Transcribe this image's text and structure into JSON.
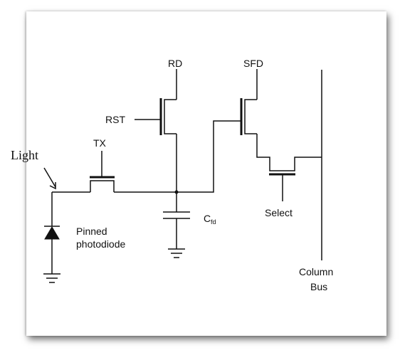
{
  "labels": {
    "light": "Light",
    "tx": "TX",
    "rd": "RD",
    "rst": "RST",
    "sfd": "SFD",
    "cap_main": "C",
    "cap_sub": "fd",
    "select": "Select",
    "photodiode_line1": "Pinned",
    "photodiode_line2": "photodiode",
    "bus_line1": "Column",
    "bus_line2": "Bus"
  }
}
